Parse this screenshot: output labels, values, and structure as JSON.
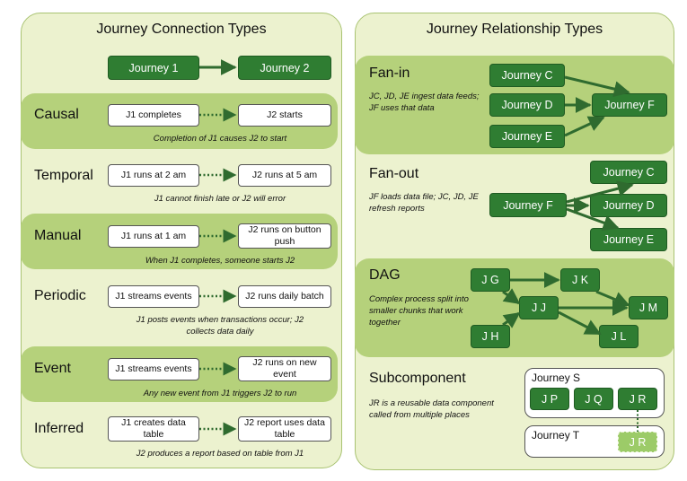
{
  "left": {
    "title": "Journey Connection Types",
    "header": {
      "from": "Journey 1",
      "to": "Journey 2"
    },
    "rows": [
      {
        "label": "Causal",
        "from": "J1 completes",
        "to": "J2 starts",
        "caption": "Completion of J1 causes J2 to start"
      },
      {
        "label": "Temporal",
        "from": "J1 runs at 2 am",
        "to": "J2 runs at 5 am",
        "caption": "J1 cannot finish late or J2 will error"
      },
      {
        "label": "Manual",
        "from": "J1 runs at 1 am",
        "to": "J2 runs on button push",
        "caption": "When J1 completes, someone starts J2"
      },
      {
        "label": "Periodic",
        "from": "J1 streams events",
        "to": "J2 runs daily batch",
        "caption": "J1 posts events when transactions occur; J2 collects data daily"
      },
      {
        "label": "Event",
        "from": "J1 streams events",
        "to": "J2 runs on new event",
        "caption": "Any new event from J1 triggers J2 to run"
      },
      {
        "label": "Inferred",
        "from": "J1 creates data table",
        "to": "J2 report uses data table",
        "caption": "J2 produces a report based on table from J1"
      }
    ]
  },
  "right": {
    "title": "Journey Relationship Types",
    "fanin": {
      "label": "Fan-in",
      "caption": "JC, JD, JE ingest data feeds; JF uses that data",
      "sources": [
        "Journey C",
        "Journey D",
        "Journey E"
      ],
      "target": "Journey F"
    },
    "fanout": {
      "label": "Fan-out",
      "caption": "JF loads data file; JC, JD, JE refresh reports",
      "source": "Journey F",
      "targets": [
        "Journey C",
        "Journey D",
        "Journey E"
      ]
    },
    "dag": {
      "label": "DAG",
      "caption": "Complex process split into smaller chunks that work together",
      "nodes": {
        "jg": "J G",
        "jk": "J K",
        "jj": "J J",
        "jm": "J M",
        "jh": "J H",
        "jl": "J L"
      }
    },
    "subcomponent": {
      "label": "Subcomponent",
      "caption": "JR is a reusable data component called from multiple places",
      "frame_s": "Journey S",
      "s_items": [
        "J P",
        "J Q",
        "J R"
      ],
      "frame_t": "Journey T",
      "t_item": "J R"
    }
  },
  "colors": {
    "panel_bg": "#ecf2cf",
    "band_bg": "#b5d17b",
    "node_green": "#2f7d32",
    "node_light": "#9ccb68",
    "arrow": "#2f6b2f"
  }
}
